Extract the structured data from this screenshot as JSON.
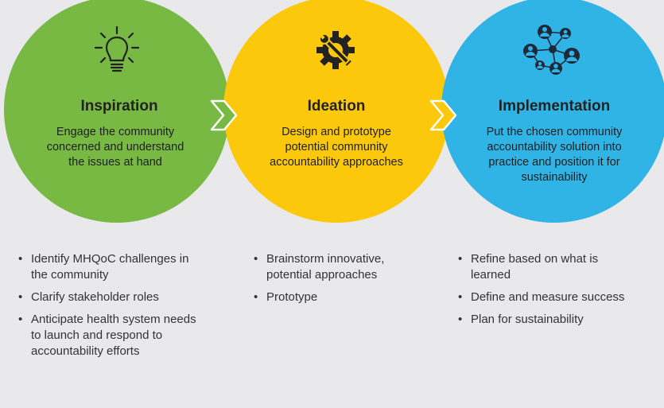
{
  "stages": [
    {
      "title": "Inspiration",
      "description": "Engage the community concerned and understand the issues at hand",
      "icon": "lightbulb-icon",
      "color": "#77b943",
      "bullets": [
        "Identify MHQoC challenges in the community",
        "Clarify stakeholder roles",
        "Anticipate health system needs to launch and respond to accountability efforts"
      ]
    },
    {
      "title": "Ideation",
      "description": "Design and prototype potential community accountability approaches",
      "icon": "gear-wrench-icon",
      "color": "#fcc80b",
      "bullets": [
        "Brainstorm innovative, potential approaches",
        "Prototype"
      ]
    },
    {
      "title": "Implementation",
      "description": "Put the chosen community accountability solution into practice and position it for sustainability",
      "icon": "network-people-icon",
      "color": "#30b4e6",
      "bullets": [
        "Refine based on what is learned",
        "Define and measure success",
        "Plan for sustainability"
      ]
    }
  ]
}
